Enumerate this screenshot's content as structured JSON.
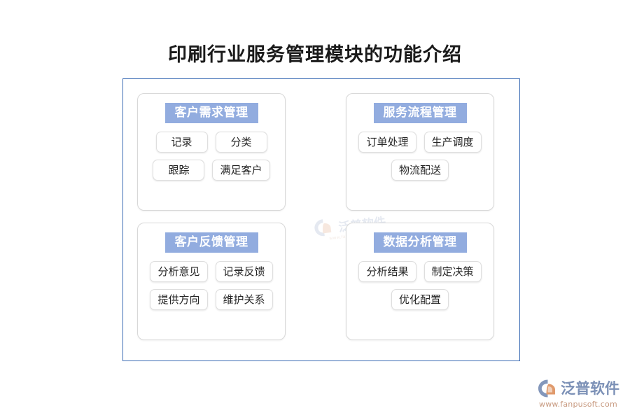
{
  "page": {
    "title": "印刷行业服务管理模块的功能介绍",
    "accent_border": "#3e6db5",
    "header_pill_color": "#92acdf",
    "tag_text_color": "#262626"
  },
  "cards": [
    {
      "title": "客户需求管理",
      "rows": [
        [
          "记录",
          "分类"
        ],
        [
          "跟踪",
          "满足客户"
        ]
      ]
    },
    {
      "title": "服务流程管理",
      "rows": [
        [
          "订单处理",
          "生产调度"
        ],
        [
          "物流配送"
        ]
      ]
    },
    {
      "title": "客户反馈管理",
      "rows": [
        [
          "分析意见",
          "记录反馈"
        ],
        [
          "提供方向",
          "维护关系"
        ]
      ]
    },
    {
      "title": "数据分析管理",
      "rows": [
        [
          "分析结果",
          "制定决策"
        ],
        [
          "优化配置"
        ]
      ]
    }
  ],
  "watermark": {
    "text": "泛普软件",
    "url": "www.fanpusoft.com"
  },
  "logo": {
    "icon": "fanpu-swoosh-logo-icon",
    "text": "泛普软件",
    "url": "www.fanpusoft.com",
    "text_color": "#7b90b6",
    "url_color": "#c89a80"
  }
}
